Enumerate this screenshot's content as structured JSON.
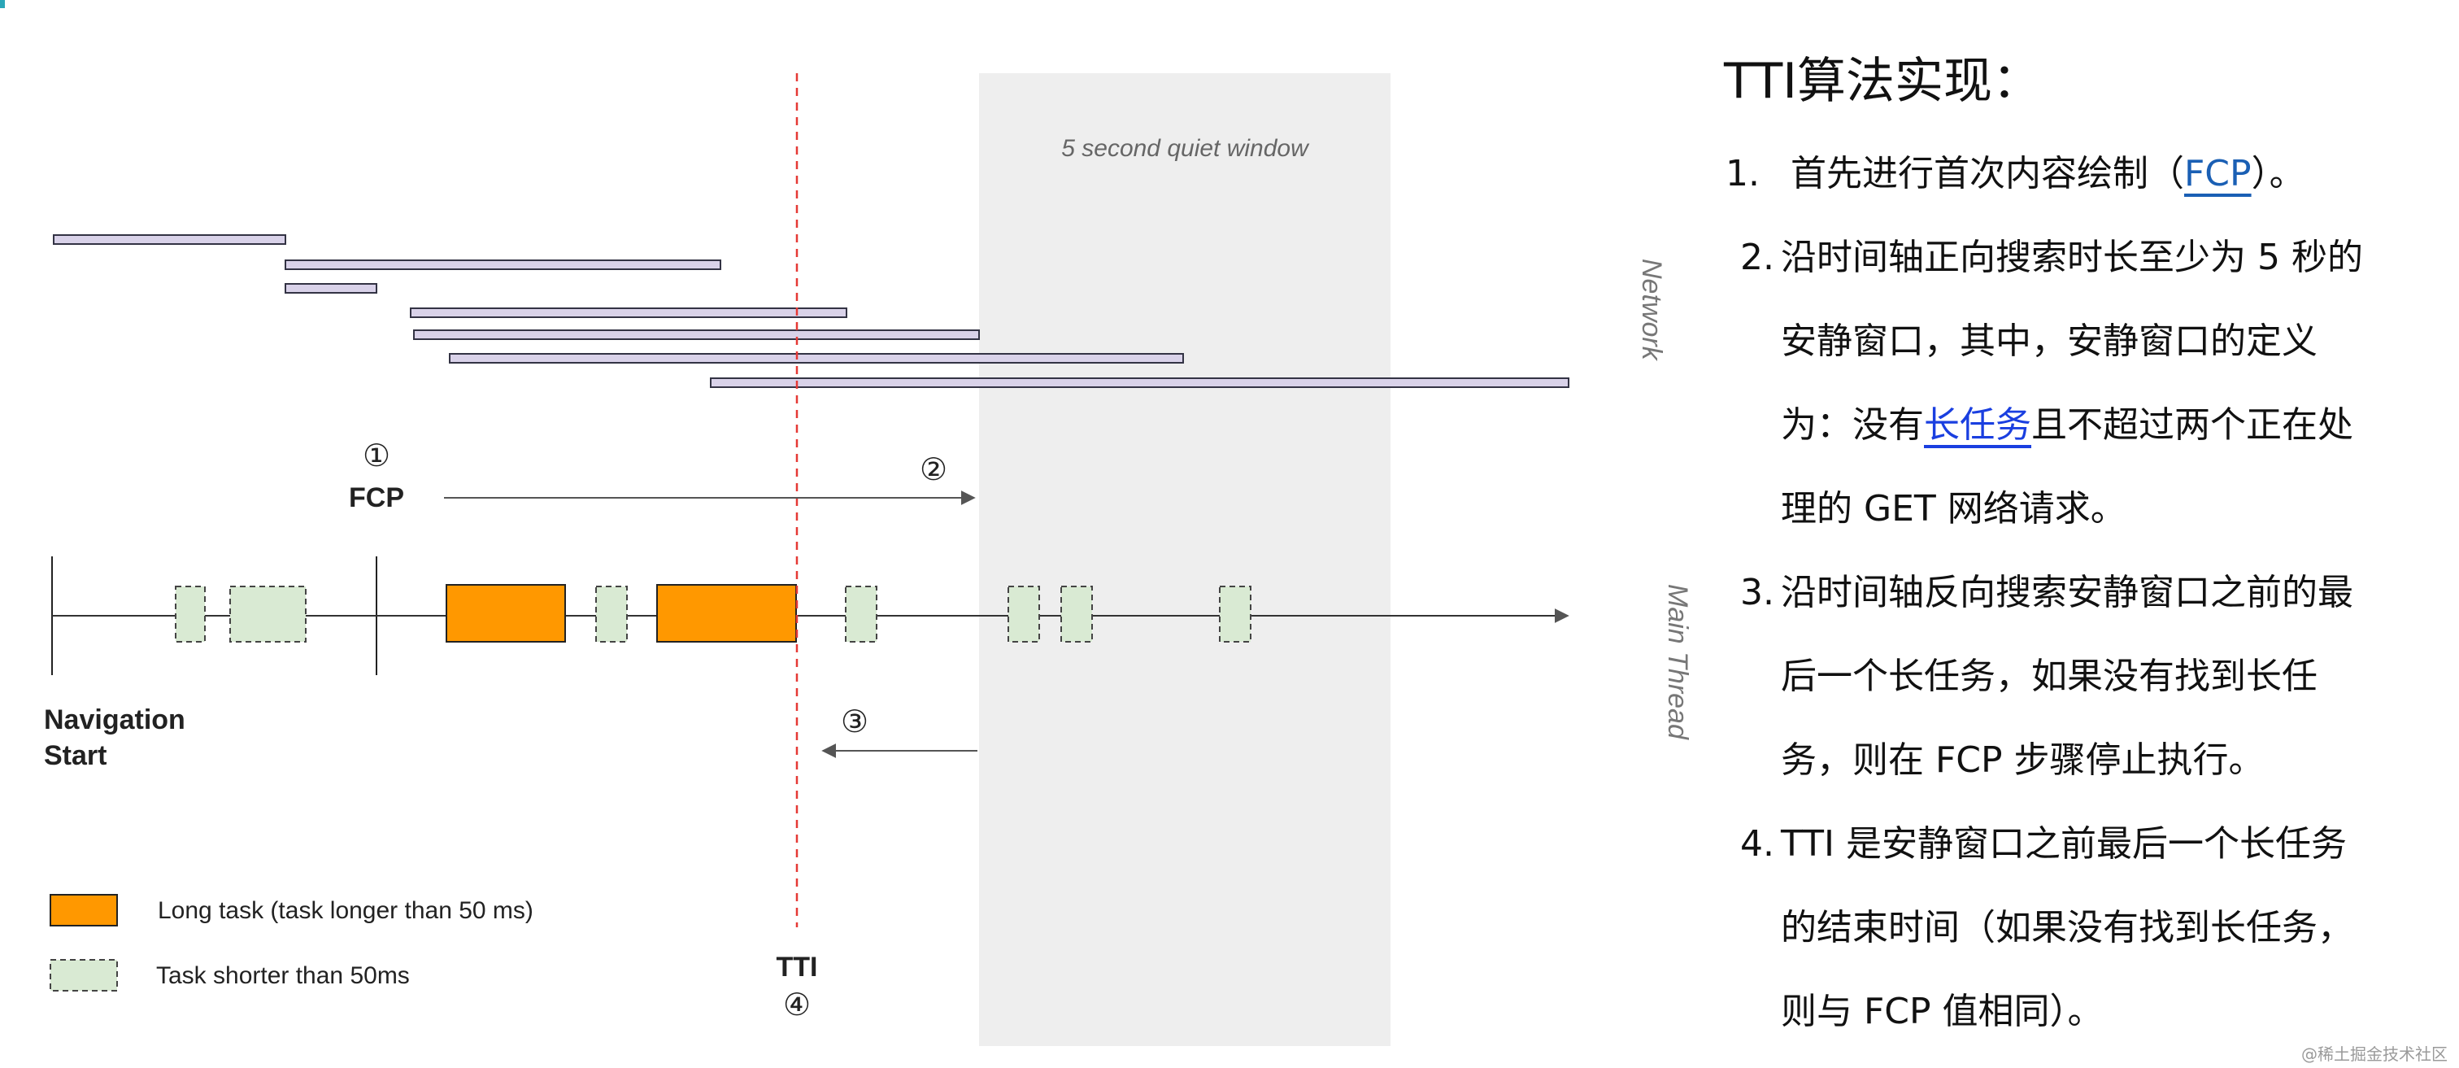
{
  "diagram": {
    "quiet_window_label": "5 second quiet window",
    "network_label": "Network",
    "main_thread_label": "Main Thread",
    "navigation_start_label": "Navigation\nStart",
    "fcp_label": "FCP",
    "tti_label": "TTI",
    "marker_1": "①",
    "marker_2": "②",
    "marker_3": "③",
    "marker_4": "④",
    "legend": [
      {
        "label": "Long task (task longer than 50 ms)",
        "kind": "long"
      },
      {
        "label": "Task shorter than 50ms",
        "kind": "short"
      }
    ],
    "colors": {
      "long_task": "#ff9800",
      "short_task": "#d9ead3",
      "network_bar": "#d9d2e9",
      "quiet_window": "#eeeeee",
      "tti_line": "#e53935"
    }
  },
  "panel": {
    "title": "TTI算法实现：",
    "steps": [
      {
        "num": "1.",
        "before": "首先进行首次内容绘制（",
        "link": "FCP",
        "after": "）。"
      },
      {
        "num": "2.",
        "lines": [
          "沿时间轴正向搜索时长至少为 5 秒的",
          "安静窗口，其中，安静窗口的定义"
        ],
        "before": "为：没有",
        "link": "长任务",
        "after": "且不超过两个正在处",
        "last": "理的 GET 网络请求。"
      },
      {
        "num": "3.",
        "lines": [
          "沿时间轴反向搜索安静窗口之前的最",
          "后一个长任务，如果没有找到长任",
          "务，则在 FCP 步骤停止执行。"
        ]
      },
      {
        "num": "4.",
        "lines": [
          "TTI 是安静窗口之前最后一个长任务",
          "的结束时间（如果没有找到长任务，",
          "则与 FCP 值相同）。"
        ]
      }
    ]
  },
  "watermark": "@稀土掘金技术社区"
}
